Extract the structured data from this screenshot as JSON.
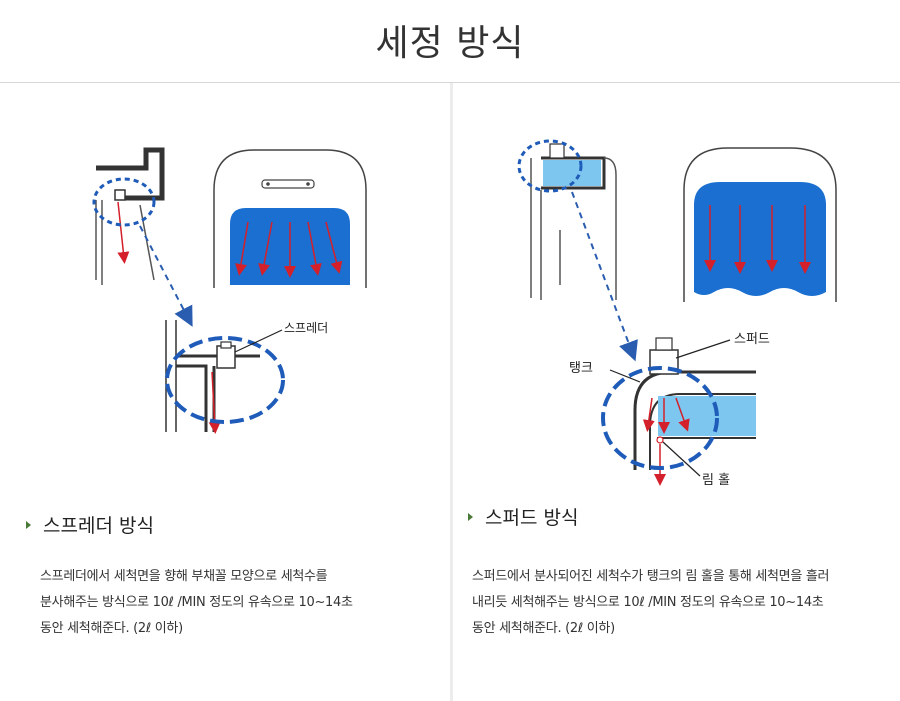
{
  "page_title": "세정 방식",
  "left": {
    "callout_label": "스프레더",
    "section_title": "스프레더 방식",
    "description_lines": [
      "스프레더에서 세척면을 향해 부채꼴 모양으로 세척수를",
      "분사해주는 방식으로 10ℓ /MIN 정도의 유속으로 10~14초",
      "동안 세척해준다. (2ℓ 이하)"
    ]
  },
  "right": {
    "callout_label_spud": "스퍼드",
    "callout_label_tank": "탱크",
    "callout_label_rim": "림 홀",
    "section_title": "스퍼드 방식",
    "description_lines": [
      "스퍼드에서 분사되어진 세척수가 탱크의 림 홀을 통해 세척면을 흘러",
      "내리듯 세척해주는 방식으로 10ℓ /MIN 정도의 유속으로 10~14초",
      "동안 세척해준다. (2ℓ 이하)"
    ]
  },
  "colors": {
    "water_blue": "#1a6fd0",
    "light_blue": "#7cc6ef",
    "dash_blue": "#2a5db0",
    "arrow_red": "#d4202a",
    "bullet_green": "#4a7a3a"
  },
  "icons": {
    "section_bullet": "triangle-right-icon"
  }
}
